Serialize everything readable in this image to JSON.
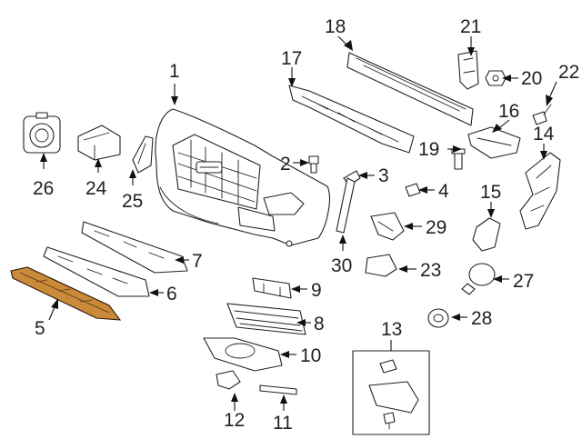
{
  "diagram": {
    "callouts": {
      "c1": "1",
      "c2": "2",
      "c3": "3",
      "c4": "4",
      "c5": "5",
      "c6": "6",
      "c7": "7",
      "c8": "8",
      "c9": "9",
      "c10": "10",
      "c11": "11",
      "c12": "12",
      "c13": "13",
      "c14": "14",
      "c15": "15",
      "c16": "16",
      "c17": "17",
      "c18": "18",
      "c19": "19",
      "c20": "20",
      "c21": "21",
      "c22": "22",
      "c23": "23",
      "c24": "24",
      "c25": "25",
      "c26": "26",
      "c27": "27",
      "c28": "28",
      "c29": "29",
      "c30": "30"
    },
    "highlighted_part": "5",
    "highlight_color": "#c98a3a"
  }
}
